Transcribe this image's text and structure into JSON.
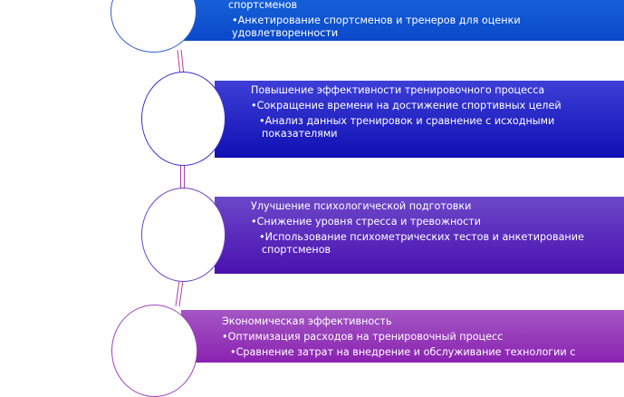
{
  "items": [
    {
      "title": "спортсменов",
      "bullet1": "",
      "bullet2": "•Анкетирование спортсменов и тренеров для оценки",
      "bullet2b": "удовлетворенности"
    },
    {
      "title": "Повышение эффективности тренировочного процесса",
      "bullet1": "•Сокращение времени на достижение спортивных целей",
      "bullet2": "•Анализ данных тренировок и сравнение с исходными",
      "bullet2b": "показателями"
    },
    {
      "title": "Улучшение психологической подготовки",
      "bullet1": "•Снижение уровня стресса и тревожности",
      "bullet2": "•Использование психометрических тестов и анкетирование",
      "bullet2b": "спортсменов"
    },
    {
      "title": "Экономическая эффективность",
      "bullet1": "•Оптимизация расходов на тренировочный процесс",
      "bullet2": "•Сравнение затрат на внедрение и обслуживание технологии с",
      "bullet2b": ""
    }
  ],
  "colors": {
    "band1": "#0a48c8",
    "band2": "#1010b4",
    "band3": "#4a10b0",
    "band4": "#8a22b0"
  }
}
